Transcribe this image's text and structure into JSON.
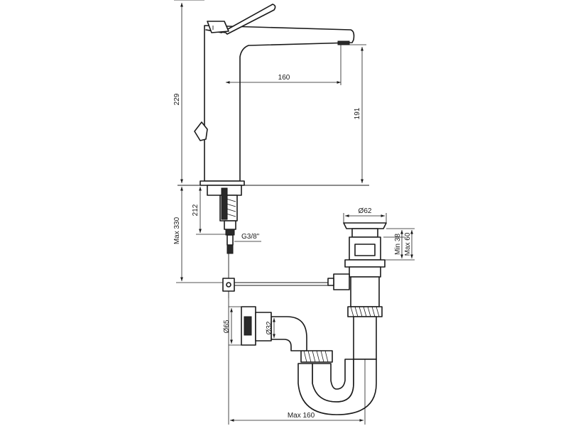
{
  "dimensions": {
    "height_total": "229",
    "spout_height": "191",
    "spout_reach": "160",
    "shank_length": "212",
    "max_below_deck": "Max 330",
    "connection": "G3/8\"",
    "waste_cap_dia": "Ø62",
    "min_height": "Min 38",
    "max_height": "Max 60",
    "wall_flange_dia": "Ø65",
    "pipe_dia": "Ø32",
    "max_offset": "Max 160"
  }
}
